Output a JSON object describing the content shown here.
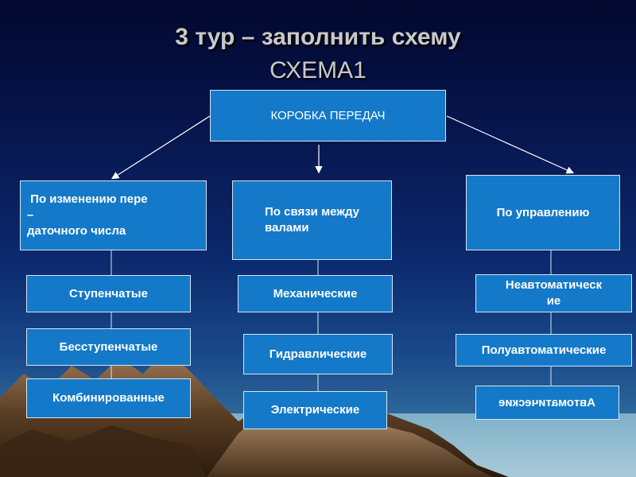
{
  "title": {
    "line1": "3 тур – заполнить схему",
    "line2": "СХЕМА1"
  },
  "root": "КОРОБКА ПЕРЕДАЧ",
  "branches": [
    {
      "heading": " По изменению пере\n–\nдаточного числа",
      "items": [
        "Ступенчатые",
        "Бесступенчатые",
        "Комбинированные"
      ]
    },
    {
      "heading": "По связи между\nвалами",
      "items": [
        "Механические",
        "Гидравлические",
        "Электрические"
      ]
    },
    {
      "heading": "По управлению",
      "items": [
        "Неавтоматическ\nие",
        "Полуавтоматические",
        "Автоматические"
      ]
    }
  ],
  "colors": {
    "box_fill": "#1479c8",
    "box_border": "#d6e6f4",
    "text": "#ffffff",
    "title": "#c9c9c9"
  }
}
